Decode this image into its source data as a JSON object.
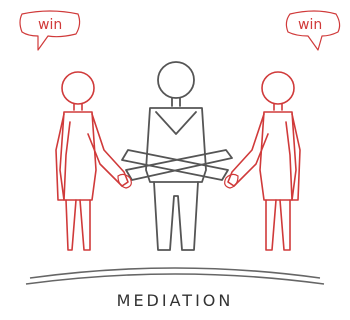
{
  "bubbles": {
    "left": "win",
    "right": "win"
  },
  "caption": "MEDIATION",
  "colors": {
    "party": "#d03a3a",
    "mediator": "#555555",
    "platform": "#666666"
  }
}
